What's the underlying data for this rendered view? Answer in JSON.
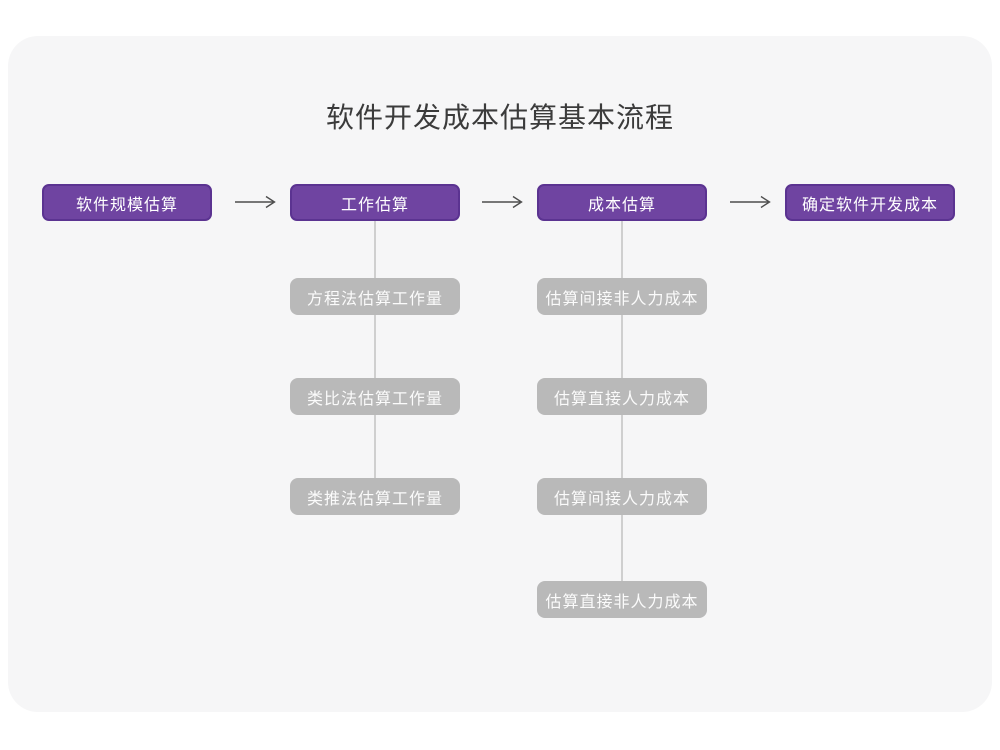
{
  "page": {
    "title": "软件开发成本估算基本流程"
  },
  "colors": {
    "page_bg": "#ffffff",
    "card_bg": "#f6f6f7",
    "primary": "#6f44a1",
    "primary_border": "#5b3391",
    "secondary": "#b9b9b9",
    "connector": "#cfcfcf",
    "arrow": "#4d4d4d",
    "title_text": "#3b3b3b",
    "node_text": "#ffffff"
  },
  "flow": {
    "main_steps": [
      {
        "label": "软件规模估算"
      },
      {
        "label": "工作估算"
      },
      {
        "label": "成本估算"
      },
      {
        "label": "确定软件开发成本"
      }
    ],
    "work_methods": [
      "方程法估算工作量",
      "类比法估算工作量",
      "类推法估算工作量"
    ],
    "cost_methods": [
      "估算间接非人力成本",
      "估算直接人力成本",
      "估算间接人力成本",
      "估算直接非人力成本"
    ]
  }
}
